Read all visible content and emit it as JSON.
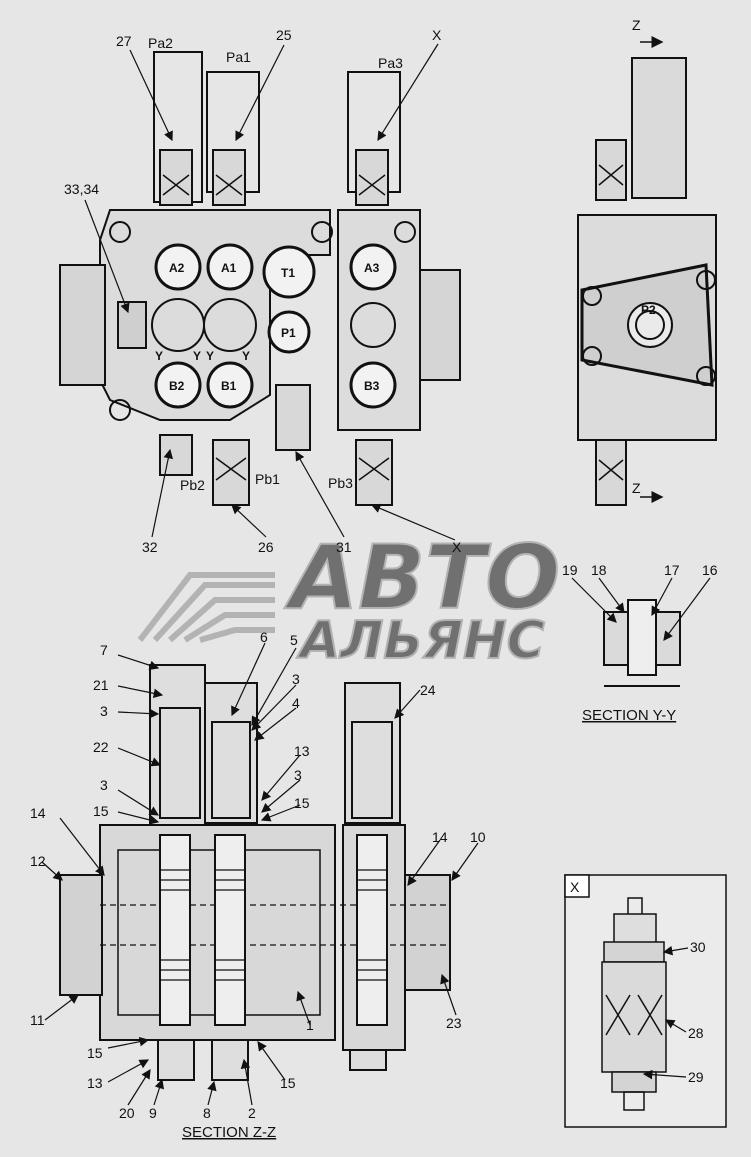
{
  "watermark": {
    "line1": "АВТО",
    "line2": "АЛЬЯНС"
  },
  "view_top": {
    "callouts": [
      "27",
      "25",
      "X",
      "33,34",
      "32",
      "26",
      "31",
      "X"
    ],
    "pilots": [
      "Pa2",
      "Pa1",
      "Pa3",
      "Pb2",
      "Pb1",
      "Pb3"
    ],
    "ports": [
      "A2",
      "A1",
      "T1",
      "A3",
      "P1",
      "B2",
      "B1",
      "B3"
    ],
    "y_marks": [
      "Y",
      "Y",
      "Y",
      "Y"
    ]
  },
  "view_side": {
    "z_marks": [
      "Z",
      "Z"
    ],
    "port": "P2"
  },
  "section_yy": {
    "callouts": [
      "19",
      "18",
      "17",
      "16"
    ],
    "caption": "SECTION Y-Y"
  },
  "section_zz": {
    "callouts_left": [
      "7",
      "21",
      "3",
      "22",
      "3",
      "15",
      "14",
      "12",
      "11",
      "15",
      "13",
      "20",
      "9",
      "8",
      "2",
      "15"
    ],
    "callouts_mid": [
      "6",
      "5",
      "3",
      "4",
      "13",
      "3",
      "15"
    ],
    "callouts_right": [
      "24",
      "14",
      "10",
      "1",
      "23"
    ],
    "caption": "SECTION Z-Z"
  },
  "detail_x": {
    "title": "X",
    "callouts": [
      "30",
      "28",
      "29"
    ]
  }
}
